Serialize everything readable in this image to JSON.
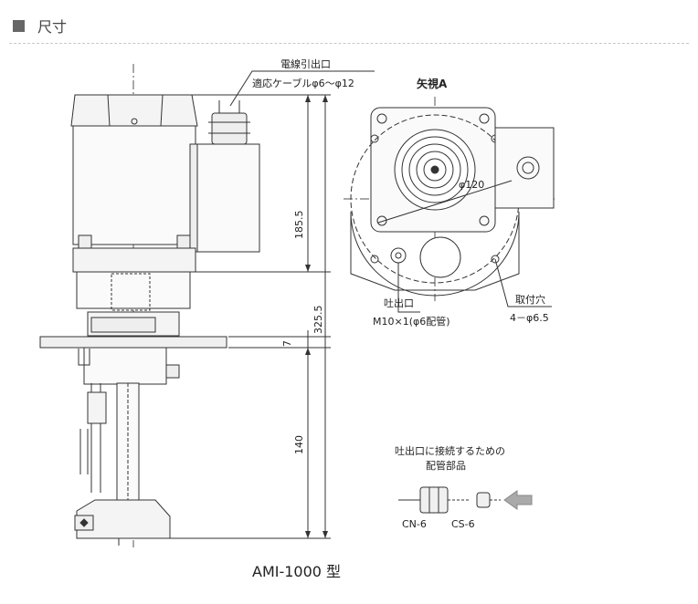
{
  "section": {
    "title": "尺寸"
  },
  "labels": {
    "cable_outlet": "電線引出口",
    "cable_spec": "適応ケーブルφ6～φ12",
    "view_a": "矢視A",
    "pcd": "φ120",
    "discharge": "吐出口",
    "discharge_spec": "M10×1(φ6配管)",
    "mount_hole": "取付穴",
    "mount_hole_spec": "4－φ6.5",
    "parts_title_1": "吐出口に接続するための",
    "parts_title_2": "配管部品",
    "part_cn": "CN-6",
    "part_cs": "CS-6",
    "model": "AMI-1000 型"
  },
  "dimensions": {
    "upper": "185.5",
    "total": "325.5",
    "flange": "7",
    "lower": "140"
  }
}
